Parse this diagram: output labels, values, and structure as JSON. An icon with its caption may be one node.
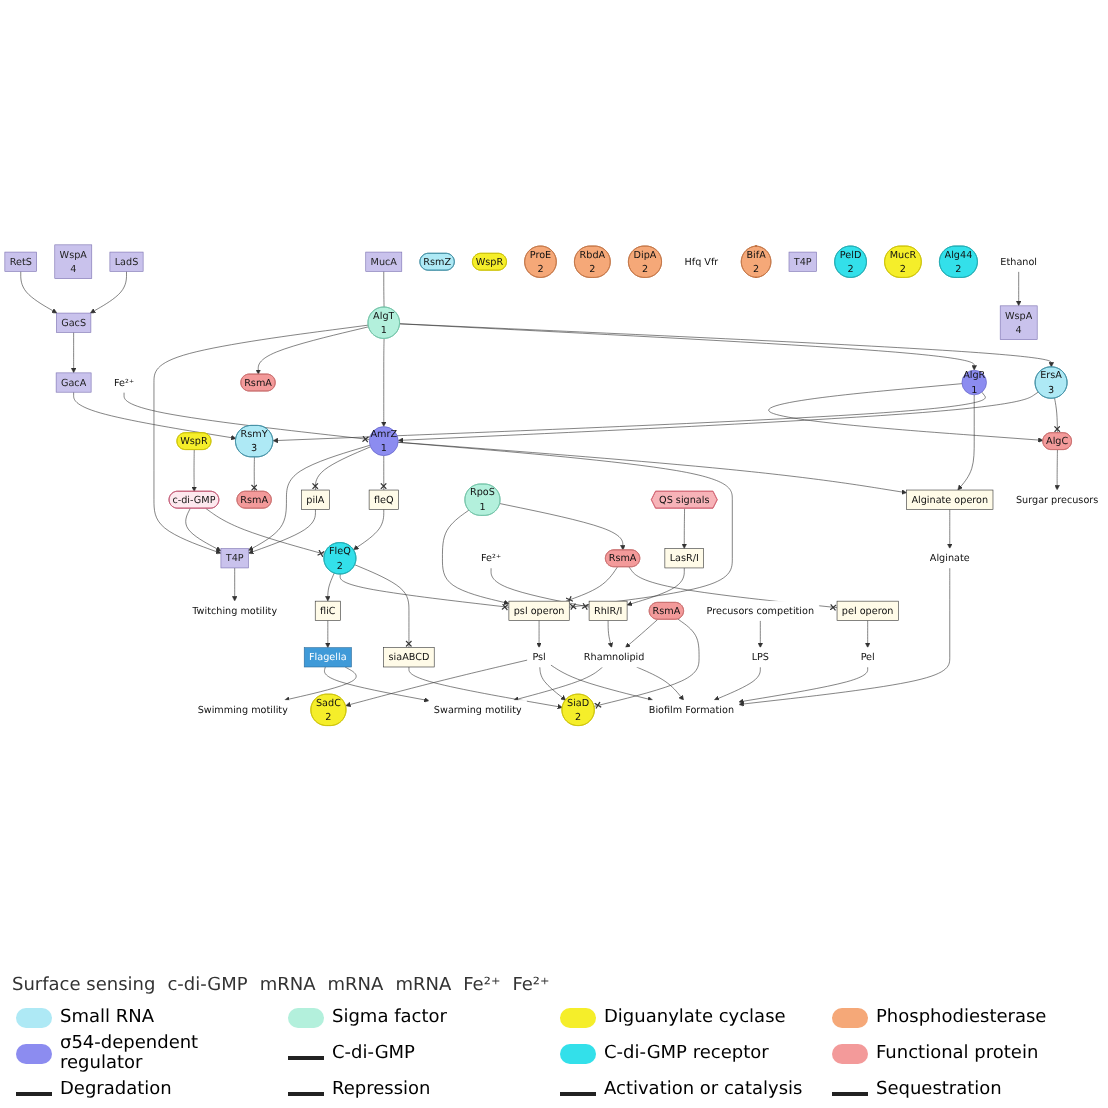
{
  "diagram": {
    "nodes": [
      {
        "text": [
          "Twitching motility"
        ]
      },
      {
        "text": [
          "T4P"
        ]
      },
      {
        "text": [
          "MucA"
        ]
      },
      {
        "text": [
          "AlgT",
          "1"
        ]
      },
      {
        "text": [
          "RsmA"
        ]
      },
      {
        "text": [
          "AmrZ",
          "1"
        ]
      },
      {
        "text": [
          "Fe²⁺"
        ]
      },
      {
        "text": [
          "pilA"
        ]
      },
      {
        "text": [
          "fleQ"
        ]
      },
      {
        "text": [
          "FleQ",
          "2"
        ]
      },
      {
        "text": [
          "c-di-GMP"
        ]
      },
      {
        "text": [
          "WspA",
          "4"
        ]
      },
      {
        "text": [
          "WspR"
        ]
      },
      {
        "text": [
          "fliC"
        ]
      },
      {
        "text": [
          "Flagella"
        ]
      },
      {
        "text": [
          "ErsA",
          "3"
        ]
      },
      {
        "text": [
          "AlgR",
          "1"
        ]
      },
      {
        "text": [
          "RetS"
        ]
      },
      {
        "text": [
          "GacS"
        ]
      },
      {
        "text": [
          "LadS"
        ]
      },
      {
        "text": [
          "GacA"
        ]
      },
      {
        "text": [
          "RsmY",
          "3"
        ]
      },
      {
        "text": [
          "RsmZ"
        ]
      },
      {
        "text": [
          "RsmA"
        ]
      },
      {
        "text": [
          "Ethanol"
        ]
      },
      {
        "text": [
          "WspA",
          "4"
        ]
      },
      {
        "text": [
          "WspR"
        ]
      },
      {
        "text": [
          "ProE",
          "2"
        ]
      },
      {
        "text": [
          "RbdA",
          "2"
        ]
      },
      {
        "text": [
          "DipA",
          "2"
        ]
      },
      {
        "text": [
          "AlgC"
        ]
      },
      {
        "text": [
          "Surgar precusors"
        ]
      },
      {
        "text": [
          "psl operon"
        ]
      },
      {
        "text": [
          "pel operon"
        ]
      },
      {
        "text": [
          "Alginate operon"
        ]
      },
      {
        "text": [
          "RpoS",
          "1"
        ]
      },
      {
        "text": [
          "RsmA"
        ]
      },
      {
        "text": [
          "Hfq Vfr"
        ]
      },
      {
        "text": [
          "siaABCD"
        ]
      },
      {
        "text": [
          "Fe²⁺"
        ]
      },
      {
        "text": [
          "RhlR/I"
        ]
      },
      {
        "text": [
          "LasR/I"
        ]
      },
      {
        "text": [
          "BifA",
          "2"
        ]
      },
      {
        "text": [
          "T4P"
        ]
      },
      {
        "text": [
          "QS signals"
        ]
      },
      {
        "text": [
          "RsmA"
        ]
      },
      {
        "text": [
          "SiaD",
          "2"
        ]
      },
      {
        "text": [
          "SadC",
          "2"
        ]
      },
      {
        "text": [
          "PelD",
          "2"
        ]
      },
      {
        "text": [
          "MucR",
          "2"
        ]
      },
      {
        "text": [
          "Alg44",
          "2"
        ]
      },
      {
        "text": [
          "Rhamnolipid"
        ]
      },
      {
        "text": [
          "Psl"
        ]
      },
      {
        "text": [
          "Pel"
        ]
      },
      {
        "text": [
          "Alginate"
        ]
      },
      {
        "text": [
          "LPS"
        ]
      },
      {
        "text": [
          "Biofilm Formation"
        ]
      },
      {
        "text": [
          "Precusors competition"
        ]
      },
      {
        "text": [
          "Swarming motility"
        ]
      },
      {
        "text": [
          "Swimming motility"
        ]
      }
    ],
    "edges": [
      {
        "from": 1,
        "to": 0,
        "arrow": "to"
      },
      {
        "from": 3,
        "to": 1,
        "arrow": "to"
      },
      {
        "from": 5,
        "to": 1,
        "arrow": "to"
      },
      {
        "from": 7,
        "to": 1,
        "arrow": "to"
      },
      {
        "from": 5,
        "to": 7,
        "arrow": "other"
      },
      {
        "from": 2,
        "to": 3,
        "arrow": "none"
      },
      {
        "from": 3,
        "to": 4,
        "arrow": "to"
      },
      {
        "from": 3,
        "to": 5,
        "arrow": "to"
      },
      {
        "from": 3,
        "to": 16,
        "arrow": "to"
      },
      {
        "from": 3,
        "to": 15,
        "arrow": "to"
      },
      {
        "from": 6,
        "to": 5,
        "arrow": "other"
      },
      {
        "from": 5,
        "to": 8,
        "arrow": "other"
      },
      {
        "from": 8,
        "to": 9,
        "arrow": "to"
      },
      {
        "from": 9,
        "to": 13,
        "arrow": "to"
      },
      {
        "from": 13,
        "to": 14,
        "arrow": "to"
      },
      {
        "from": 10,
        "to": 1,
        "arrow": "to"
      },
      {
        "from": 10,
        "to": 9,
        "arrow": "other"
      },
      {
        "from": 12,
        "to": 10,
        "arrow": "to"
      },
      {
        "from": 15,
        "to": 5,
        "arrow": "to"
      },
      {
        "from": 15,
        "to": 30,
        "arrow": "other"
      },
      {
        "from": 16,
        "to": 30,
        "arrow": "to"
      },
      {
        "from": 16,
        "to": 34,
        "arrow": "to"
      },
      {
        "from": 16,
        "to": 21,
        "arrow": "to"
      },
      {
        "from": 17,
        "to": 18,
        "arrow": "to"
      },
      {
        "from": 19,
        "to": 18,
        "arrow": "to"
      },
      {
        "from": 18,
        "to": 20,
        "arrow": "to"
      },
      {
        "from": 20,
        "to": 21,
        "arrow": "to"
      },
      {
        "from": 21,
        "to": 23,
        "arrow": "other"
      },
      {
        "from": 24,
        "to": 25,
        "arrow": "to"
      },
      {
        "from": 30,
        "to": 31,
        "arrow": "to"
      },
      {
        "from": 5,
        "to": 32,
        "arrow": "other"
      },
      {
        "from": 9,
        "to": 32,
        "arrow": "other"
      },
      {
        "from": 5,
        "to": 34,
        "arrow": "to"
      },
      {
        "from": 9,
        "to": 38,
        "arrow": "other"
      },
      {
        "from": 32,
        "to": 52,
        "arrow": "to"
      },
      {
        "from": 33,
        "to": 53,
        "arrow": "to"
      },
      {
        "from": 34,
        "to": 54,
        "arrow": "to"
      },
      {
        "from": 35,
        "to": 32,
        "arrow": "to"
      },
      {
        "from": 35,
        "to": 36,
        "arrow": "to"
      },
      {
        "from": 36,
        "to": 32,
        "arrow": "other"
      },
      {
        "from": 36,
        "to": 33,
        "arrow": "other"
      },
      {
        "from": 39,
        "to": 40,
        "arrow": "other"
      },
      {
        "from": 41,
        "to": 40,
        "arrow": "to"
      },
      {
        "from": 40,
        "to": 51,
        "arrow": "to"
      },
      {
        "from": 44,
        "to": 41,
        "arrow": "to"
      },
      {
        "from": 52,
        "to": 47,
        "arrow": "to"
      },
      {
        "from": 45,
        "to": 51,
        "arrow": "to"
      },
      {
        "from": 45,
        "to": 46,
        "arrow": "other"
      },
      {
        "from": 38,
        "to": 46,
        "arrow": "to"
      },
      {
        "from": 52,
        "to": 46,
        "arrow": "to"
      },
      {
        "from": 51,
        "to": 58,
        "arrow": "to"
      },
      {
        "from": 14,
        "to": 58,
        "arrow": "to"
      },
      {
        "from": 14,
        "to": 59,
        "arrow": "to"
      },
      {
        "from": 51,
        "to": 56,
        "arrow": "to"
      },
      {
        "from": 52,
        "to": 56,
        "arrow": "to"
      },
      {
        "from": 53,
        "to": 56,
        "arrow": "to"
      },
      {
        "from": 54,
        "to": 56,
        "arrow": "to"
      },
      {
        "from": 55,
        "to": 56,
        "arrow": "to"
      },
      {
        "from": 57,
        "to": 55,
        "arrow": "to"
      }
    ],
    "labels": [
      "Surface sensing",
      "c-di-GMP",
      "mRNA",
      "mRNA",
      "mRNA",
      "Fe²⁺",
      "Fe²⁺"
    ],
    "legend": [
      {
        "text": "Small RNA",
        "color": "#aee9f5"
      },
      {
        "text": "Sigma factor",
        "color": "#b3f0dc"
      },
      {
        "text": "Diguanylate cyclase",
        "color": "#f5ee2a"
      },
      {
        "text": "Phosphodiesterase",
        "color": "#f5a878"
      },
      {
        "text": "σ54-dependent regulator",
        "color": "#8c8cf0"
      },
      {
        "text": "C-di-GMP"
      },
      {
        "text": "C-di-GMP receptor",
        "color": "#33e0ea"
      },
      {
        "text": "Functional protein",
        "color": "#f39a9a"
      },
      {
        "text": "Degradation"
      },
      {
        "text": "Repression"
      },
      {
        "text": "Activation or catalysis"
      },
      {
        "text": "Sequestration"
      }
    ]
  }
}
